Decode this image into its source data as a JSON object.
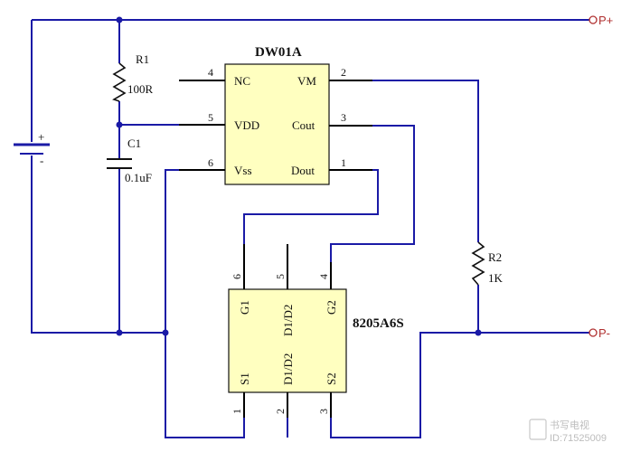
{
  "terminals": {
    "p_plus": "P+",
    "p_minus": "P-"
  },
  "battery": {
    "plus": "+",
    "minus": "-"
  },
  "r1": {
    "name": "R1",
    "value": "100R"
  },
  "c1": {
    "name": "C1",
    "value": "0.1uF"
  },
  "r2": {
    "name": "R2",
    "value": "1K"
  },
  "dw01a": {
    "title": "DW01A",
    "pins": [
      {
        "num": "4",
        "label": "NC"
      },
      {
        "num": "5",
        "label": "VDD"
      },
      {
        "num": "6",
        "label": "Vss"
      },
      {
        "num": "2",
        "label": "VM"
      },
      {
        "num": "3",
        "label": "Cout"
      },
      {
        "num": "1",
        "label": "Dout"
      }
    ]
  },
  "mosfet": {
    "title": "8205A6S",
    "pins": [
      {
        "num": "6",
        "label": "G1"
      },
      {
        "num": "5",
        "label": "D1/D2"
      },
      {
        "num": "4",
        "label": "G2"
      },
      {
        "num": "1",
        "label": "S1"
      },
      {
        "num": "2",
        "label": "D1/D2"
      },
      {
        "num": "3",
        "label": "S2"
      }
    ]
  },
  "watermark": {
    "line1": "书写电视",
    "line2": "ID:71525009"
  }
}
